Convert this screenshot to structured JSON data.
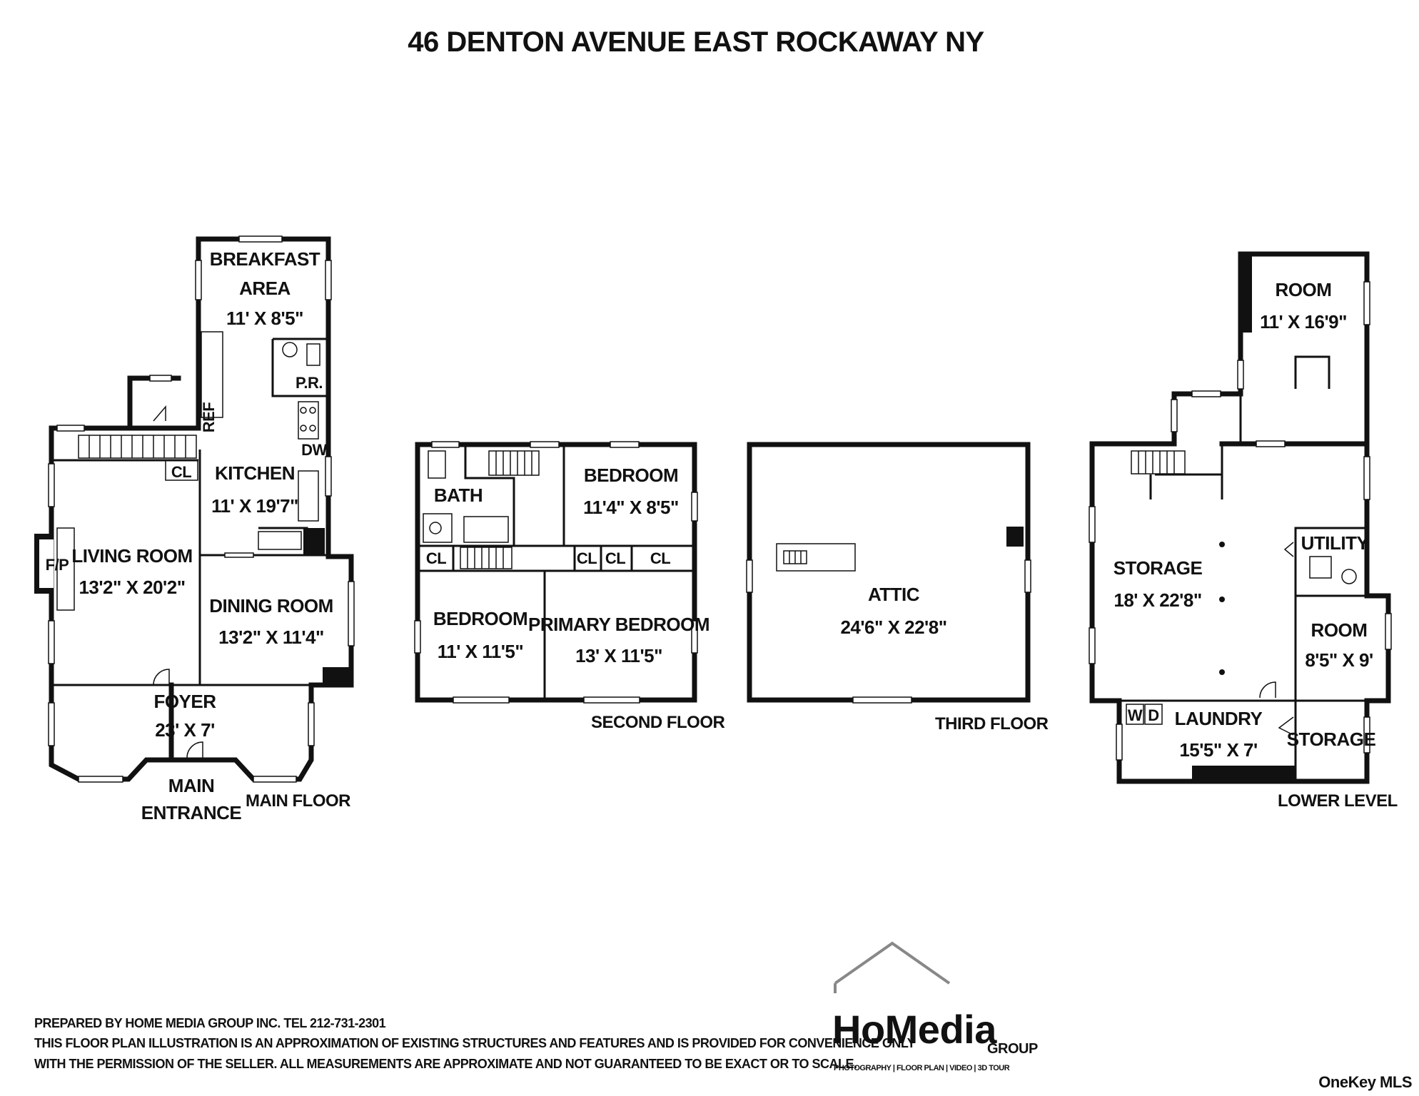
{
  "title": "46 DENTON AVENUE EAST ROCKAWAY NY",
  "floors": {
    "main": {
      "label": "MAIN FLOOR",
      "rooms": {
        "breakfast": [
          "BREAKFAST",
          "AREA",
          "11' X 8'5\""
        ],
        "kitchen": [
          "KITCHEN",
          "11' X 19'7\""
        ],
        "living": [
          "LIVING ROOM",
          "13'2\" X 20'2\""
        ],
        "dining": [
          "DINING ROOM",
          "13'2\" X 11'4\""
        ],
        "foyer": [
          "FOYER",
          "23' X 7'"
        ],
        "entrance": [
          "MAIN",
          "ENTRANCE"
        ]
      },
      "tags": {
        "pr": "P.R.",
        "ref": "REF",
        "dw": "DW",
        "cl": "CL",
        "fp": "F/P"
      }
    },
    "second": {
      "label": "SECOND FLOOR",
      "rooms": {
        "bath": [
          "BATH"
        ],
        "bedroom1": [
          "BEDROOM",
          "11'4\" X 8'5\""
        ],
        "bedroom2": [
          "BEDROOM",
          "11' X 11'5\""
        ],
        "primary": [
          "PRIMARY BEDROOM",
          "13' X 11'5\""
        ]
      },
      "tags": {
        "cl": "CL"
      }
    },
    "third": {
      "label": "THIRD FLOOR",
      "rooms": {
        "attic": [
          "ATTIC",
          "24'6\" X 22'8\""
        ]
      }
    },
    "lower": {
      "label": "LOWER LEVEL",
      "rooms": {
        "room_top": [
          "ROOM",
          "11' X 16'9\""
        ],
        "storage_main": [
          "STORAGE",
          "18' X 22'8\""
        ],
        "utility": [
          "UTILITY"
        ],
        "room_side": [
          "ROOM",
          "8'5\" X 9'"
        ],
        "laundry": [
          "LAUNDRY",
          "15'5\" X 7'"
        ],
        "storage_small": [
          "STORAGE"
        ]
      },
      "tags": {
        "w": "W",
        "d": "D"
      }
    }
  },
  "footer": {
    "line1": "PREPARED BY  HOME MEDIA GROUP INC.  TEL 212-731-2301",
    "line2": "THIS FLOOR PLAN ILLUSTRATION IS AN APPROXIMATION OF EXISTING STRUCTURES AND FEATURES AND IS PROVIDED FOR CONVENIENCE ONLY",
    "line3": "WITH THE PERMISSION OF THE SELLER. ALL MEASUREMENTS ARE APPROXIMATE AND NOT GUARANTEED TO BE EXACT OR TO SCALE."
  },
  "logo": {
    "name": "HoMedia",
    "group": "GROUP",
    "tagline": "PHOTOGRAPHY | FLOOR PLAN | VIDEO | 3D TOUR"
  },
  "watermark": "OneKey MLS"
}
